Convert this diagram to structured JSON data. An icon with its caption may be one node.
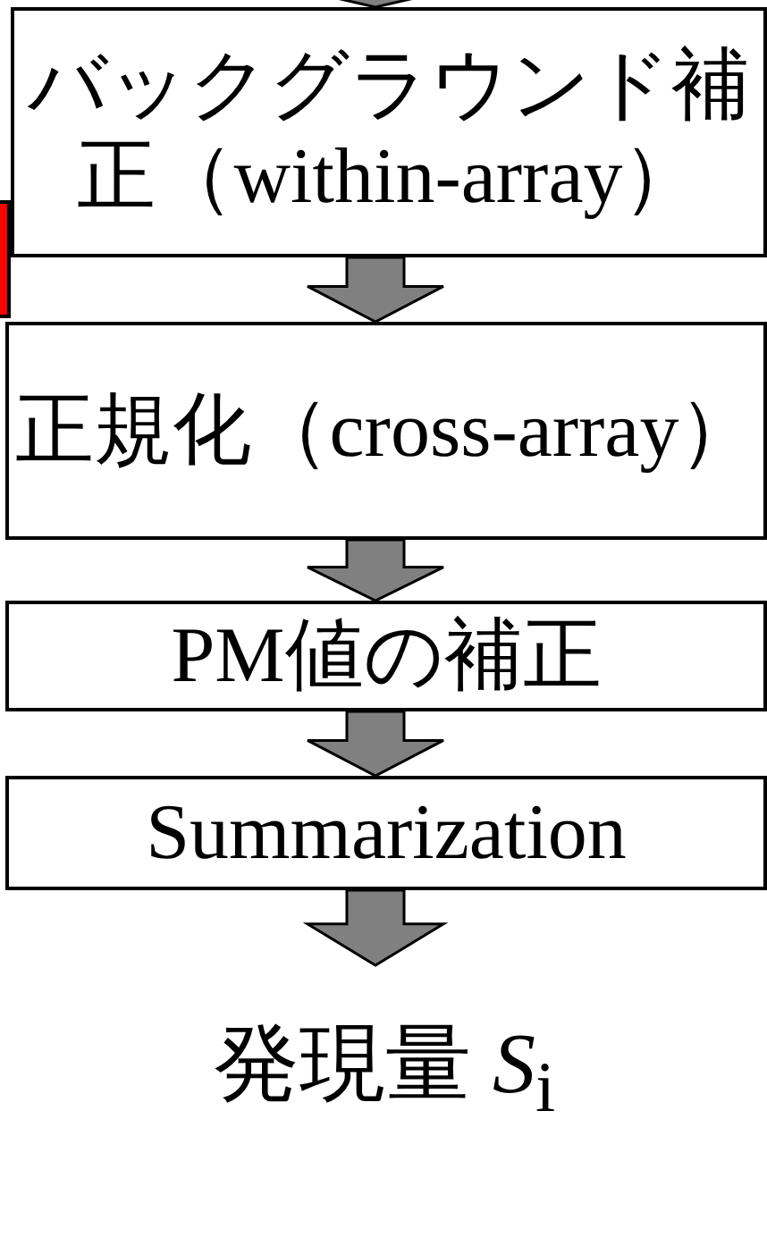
{
  "diagram": {
    "nodes": [
      {
        "text": [
          "バックグラウンド補正（within-array）"
        ]
      },
      {
        "text": [],
        "shape": "box"
      },
      {
        "text": [
          "正規化（cross-array）"
        ]
      },
      {
        "text": [
          "PM値の補正"
        ]
      },
      {
        "text": [
          "Summarization"
        ]
      },
      {
        "text": [
          "発現量 *S*$_{i}$"
        ]
      }
    ],
    "edges": [
      {
        "from": null,
        "to": 0,
        "arrow": "to"
      },
      {
        "from": 0,
        "to": 2,
        "arrow": "to"
      },
      {
        "from": 2,
        "to": 3,
        "arrow": "to"
      },
      {
        "from": 3,
        "to": 4,
        "arrow": "to"
      },
      {
        "from": 4,
        "to": 5,
        "arrow": "to"
      }
    ]
  }
}
